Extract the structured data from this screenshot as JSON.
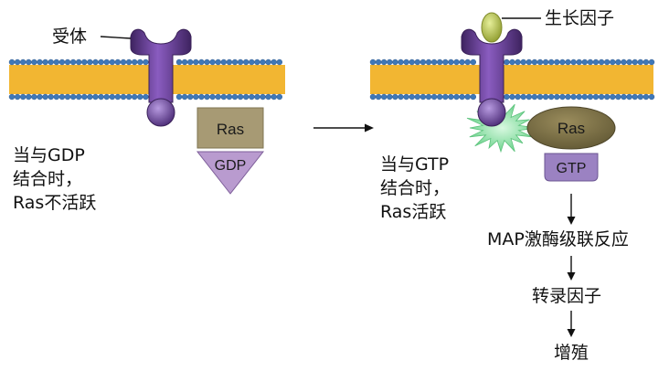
{
  "left_panel": {
    "receptor_label": "受体",
    "ras_label": "Ras",
    "gdp_label": "GDP",
    "state_text": [
      "当与GDP",
      "结合时，",
      "Ras不活跃"
    ]
  },
  "right_panel": {
    "growth_factor_label": "生长因子",
    "ras_label": "Ras",
    "gtp_label": "GTP",
    "state_text": [
      "当与GTP",
      "结合时，",
      "Ras活跃"
    ]
  },
  "cascade": {
    "steps": [
      "MAP激酶级联反应",
      "转录因子",
      "增殖"
    ]
  },
  "colors": {
    "membrane_head": "#3f78b8",
    "membrane_tail": "#f2b632",
    "receptor": "#6b3f9a",
    "ras_inactive": "#a79a74",
    "gdp": "#b99bcf",
    "ras_active": "#7d7146",
    "gtp": "#9b82c2",
    "activation_burst": "#8fe2a8",
    "growth_factor": "#a8b845"
  }
}
